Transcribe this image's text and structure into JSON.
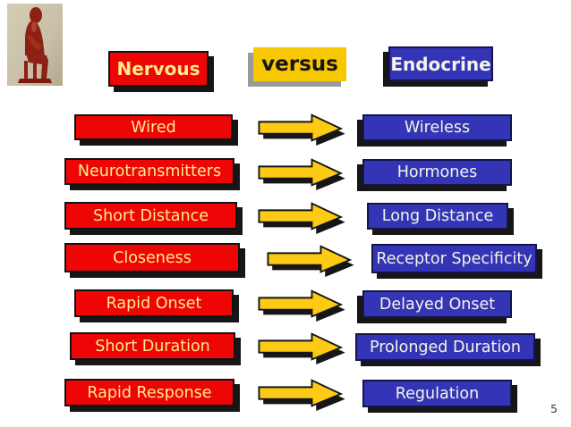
{
  "slide": {
    "background": "#ffffff",
    "page_number": "5"
  },
  "statue": {
    "alt": "red seated statuette photo"
  },
  "header": {
    "nervous": "Nervous",
    "versus": "versus",
    "endocrine": "Endocrine"
  },
  "comparison_rows": [
    {
      "nervous": "Wired",
      "endocrine": "Wireless"
    },
    {
      "nervous": "Neurotransmitters",
      "endocrine": "Hormones"
    },
    {
      "nervous": "Short Distance",
      "endocrine": "Long Distance"
    },
    {
      "nervous": "Closeness",
      "endocrine": "Receptor Specificity"
    },
    {
      "nervous": "Rapid Onset",
      "endocrine": "Delayed Onset"
    },
    {
      "nervous": "Short Duration",
      "endocrine": "Prolonged Duration"
    },
    {
      "nervous": "Rapid Response",
      "endocrine": "Regulation"
    }
  ],
  "colors": {
    "nervous_box": "#ee0505",
    "nervous_text": "#ffeb8c",
    "endocrine_box": "#3434b6",
    "endocrine_text": "#f4f4e6",
    "versus_box": "#f7c701",
    "versus_text": "#151515",
    "arrow_fill": "#fdca15",
    "shadow": "#161616"
  }
}
